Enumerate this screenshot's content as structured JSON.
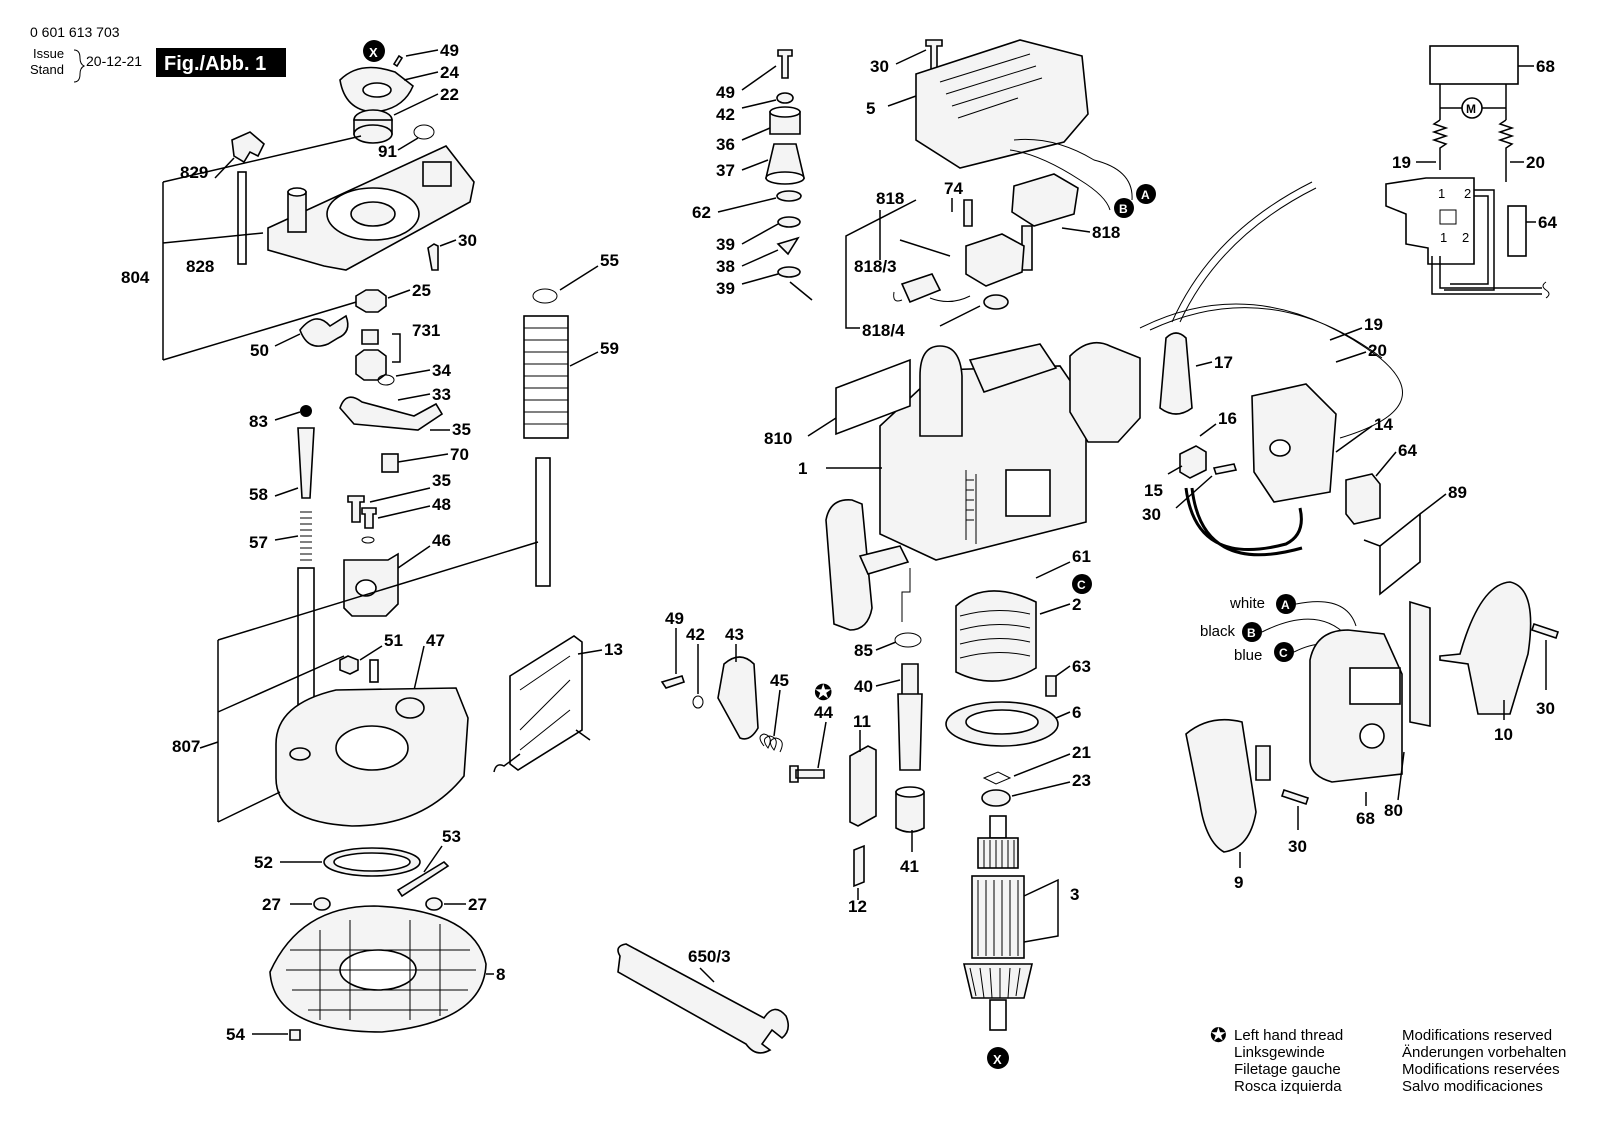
{
  "header": {
    "doc_number": "0 601 613 703",
    "issue_label": "Issue",
    "stand_label": "Stand",
    "date": "20-12-21",
    "figure_label": "Fig./Abb. 1"
  },
  "markers": {
    "x": "X",
    "a": "A",
    "b": "B",
    "c": "C"
  },
  "parts": {
    "p49_top": "49",
    "p24": "24",
    "p22": "22",
    "p829": "829",
    "p91": "91",
    "p804": "804",
    "p828": "828",
    "p30_left": "30",
    "p25": "25",
    "p50": "50",
    "p731": "731",
    "p34": "34",
    "p33": "33",
    "p35_a": "35",
    "p70": "70",
    "p35_b": "35",
    "p48": "48",
    "p46": "46",
    "p83": "83",
    "p58": "58",
    "p57": "57",
    "p55": "55",
    "p59": "59",
    "p51": "51",
    "p47": "47",
    "p13": "13",
    "p807": "807",
    "p52": "52",
    "p53": "53",
    "p27_l": "27",
    "p27_r": "27",
    "p8": "8",
    "p54": "54",
    "p49_mid": "49",
    "p42_mid": "42",
    "p36": "36",
    "p37": "37",
    "p62": "62",
    "p39_a": "39",
    "p38": "38",
    "p39_b": "39",
    "p49_low": "49",
    "p42_low": "42",
    "p43": "43",
    "p45": "45",
    "p44": "44",
    "p11": "11",
    "p12": "12",
    "p41": "41",
    "p40": "40",
    "p85": "85",
    "p650": "650/3",
    "p30_top": "30",
    "p5": "5",
    "p818": "818",
    "p74": "74",
    "p818_r": "818",
    "p818_3": "818/3",
    "p818_4": "818/4",
    "p810": "810",
    "p1": "1",
    "p61": "61",
    "p2": "2",
    "p63": "63",
    "p6": "6",
    "p21": "21",
    "p23": "23",
    "p3": "3",
    "p17": "17",
    "p19": "19",
    "p20": "20",
    "p16": "16",
    "p15": "15",
    "p30_mid": "30",
    "p14": "14",
    "p64": "64",
    "p89": "89",
    "p30_right": "30",
    "p10": "10",
    "p68": "68",
    "p80": "80",
    "p9": "9",
    "p30_bot": "30"
  },
  "wires": {
    "white": "white",
    "black": "black",
    "blue": "blue"
  },
  "schematic": {
    "p68": "68",
    "p19": "19",
    "p20": "20",
    "p64": "64",
    "motor": "M",
    "t1": "1",
    "t2": "2",
    "b1": "1",
    "b2": "2"
  },
  "legend": {
    "thread": [
      "Left hand thread",
      "Linksgewinde",
      "Filetage gauche",
      "Rosca izquierda"
    ],
    "mods": [
      "Modifications reserved",
      "Änderungen vorbehalten",
      "Modifications reservées",
      "Salvo modificaciones"
    ]
  }
}
